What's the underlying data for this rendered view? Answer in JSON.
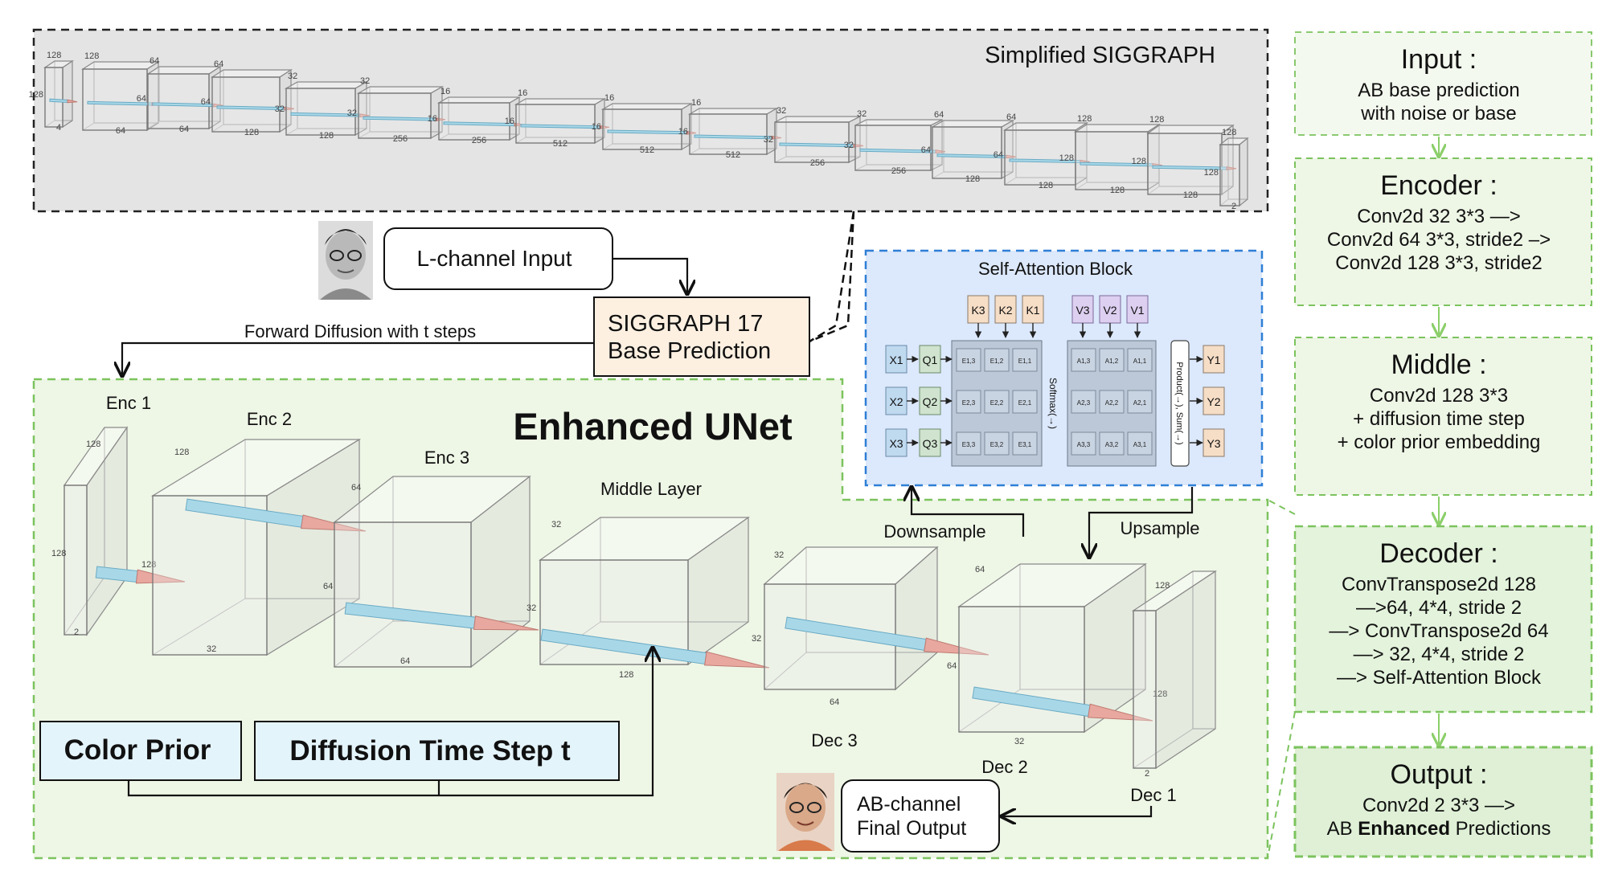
{
  "siggraph": {
    "title": "Simplified SIGGRAPH",
    "layers": [
      {
        "top": "128",
        "left": "128",
        "front": "",
        "bottom": "4"
      },
      {
        "top": "128",
        "left": "",
        "front": "",
        "bottom": "64"
      },
      {
        "top": "64",
        "left": "64",
        "front": "",
        "bottom": "64"
      },
      {
        "top": "64",
        "left": "64",
        "front": "",
        "bottom": "128"
      },
      {
        "top": "32",
        "left": "32",
        "front": "",
        "bottom": "128"
      },
      {
        "top": "32",
        "left": "32",
        "front": "",
        "bottom": "256"
      },
      {
        "top": "16",
        "left": "16",
        "front": "",
        "bottom": "256"
      },
      {
        "top": "16",
        "left": "16",
        "front": "",
        "bottom": "512"
      },
      {
        "top": "16",
        "left": "16",
        "front": "",
        "bottom": "512"
      },
      {
        "top": "16",
        "left": "16",
        "front": "",
        "bottom": "512"
      },
      {
        "top": "32",
        "left": "32",
        "front": "",
        "bottom": "256"
      },
      {
        "top": "32",
        "left": "32",
        "front": "",
        "bottom": "256"
      },
      {
        "top": "64",
        "left": "64",
        "front": "",
        "bottom": "128"
      },
      {
        "top": "64",
        "left": "64",
        "front": "",
        "bottom": "128"
      },
      {
        "top": "128",
        "left": "128",
        "front": "",
        "bottom": "128"
      },
      {
        "top": "128",
        "left": "128",
        "front": "",
        "bottom": "128"
      },
      {
        "top": "128",
        "left": "128",
        "front": "",
        "bottom": "2"
      }
    ]
  },
  "inputs": {
    "l_channel": "L-channel Input",
    "base_prediction_line1": "SIGGRAPH 17",
    "base_prediction_line2": "Base Prediction",
    "forward_diffusion": "Forward Diffusion with t steps"
  },
  "unet": {
    "title": "Enhanced UNet",
    "enc1": {
      "label": "Enc 1",
      "top": "128",
      "left": "128",
      "inner": "128",
      "bottom": "2"
    },
    "enc2": {
      "label": "Enc 2",
      "top": "128",
      "right": "64",
      "bottom": "32"
    },
    "enc3": {
      "label": "Enc 3",
      "top": "64",
      "right": "32",
      "bottom": "64"
    },
    "middle": {
      "label": "Middle Layer",
      "top": "32",
      "right": "32",
      "bottom": "128"
    },
    "dec3": {
      "label": "Dec 3",
      "top": "32",
      "right": "64",
      "bottom": "64"
    },
    "dec2": {
      "label": "Dec 2",
      "top": "64",
      "right": "128",
      "bottom": "32"
    },
    "dec1": {
      "label": "Dec 1",
      "top": "128",
      "bottom": "2"
    },
    "downsample": "Downsample",
    "upsample": "Upsample",
    "color_prior": "Color Prior",
    "diffusion_time_step": "Diffusion Time Step t",
    "output_line1": "AB-channel",
    "output_line2": "Final Output"
  },
  "attention": {
    "title": "Self-Attention Block",
    "k": [
      "K3",
      "K2",
      "K1"
    ],
    "v": [
      "V3",
      "V2",
      "V1"
    ],
    "x": [
      "X1",
      "X2",
      "X3"
    ],
    "q": [
      "Q1",
      "Q2",
      "Q3"
    ],
    "y": [
      "Y1",
      "Y2",
      "Y3"
    ],
    "e": [
      [
        "E1,3",
        "E1,2",
        "E1,1"
      ],
      [
        "E2,3",
        "E2,2",
        "E2,1"
      ],
      [
        "E3,3",
        "E3,2",
        "E3,1"
      ]
    ],
    "a": [
      [
        "A1,3",
        "A1,2",
        "A1,1"
      ],
      [
        "A2,3",
        "A2,2",
        "A2,1"
      ],
      [
        "A3,3",
        "A3,2",
        "A3,1"
      ]
    ],
    "softmax": "Softmax(→)",
    "product_sum": "Product(→), Sum(→)"
  },
  "pipeline": {
    "input": {
      "title": "Input :",
      "lines": [
        "AB base prediction",
        "with noise or base"
      ]
    },
    "encoder": {
      "title": "Encoder :",
      "lines": [
        "Conv2d 32 3*3 —>",
        "Conv2d 64 3*3, stride2 –>",
        "Conv2d 128 3*3, stride2"
      ]
    },
    "middle": {
      "title": "Middle :",
      "lines": [
        "Conv2d 128 3*3",
        "+ diffusion time step",
        "+ color prior embedding"
      ]
    },
    "decoder": {
      "title": "Decoder :",
      "lines": [
        "ConvTranspose2d 128",
        "—>64, 4*4, stride 2",
        "—> ConvTranspose2d 64",
        "—> 32, 4*4, stride 2",
        "—> Self-Attention Block"
      ]
    },
    "output": {
      "title": "Output :",
      "line1": "Conv2d 2 3*3 —>",
      "line2_pre": "AB ",
      "line2_bold": "Enhanced",
      "line2_post": " Predictions"
    }
  },
  "colors": {
    "green_dash": "#7cc35e",
    "green_fill": "#eef6e6",
    "attn_fill": "#dce8fb",
    "attn_border": "#2f7fd6",
    "siggraph_fill": "#e6e6e6",
    "prior_fill": "#e4f4fb",
    "base_pred_fill": "#fdf0e1",
    "flow_blue": "#a8d8e8",
    "flow_red": "#e8a8a0"
  }
}
